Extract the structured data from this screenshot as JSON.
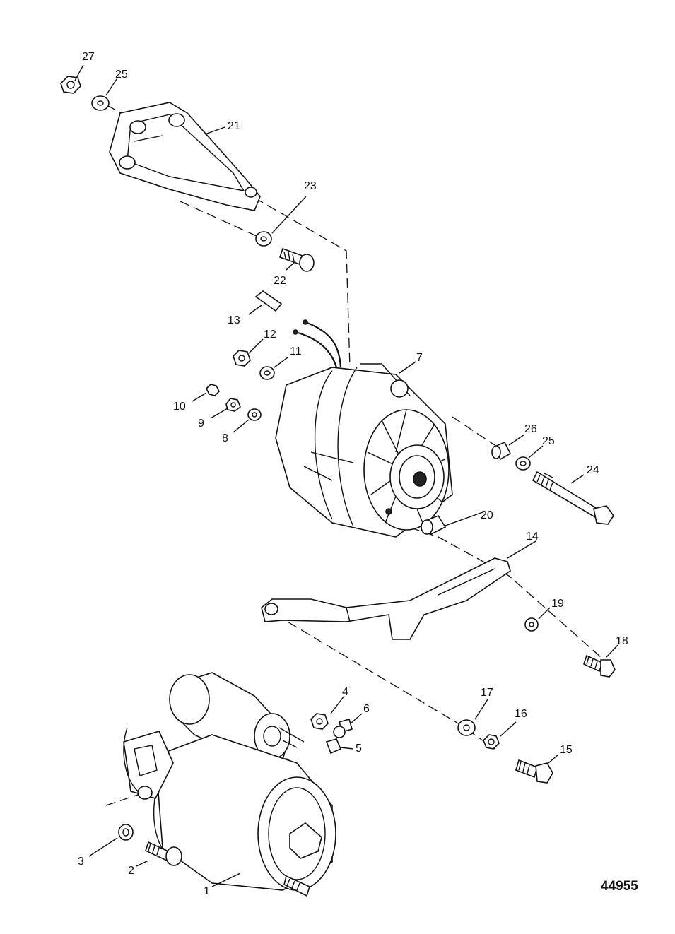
{
  "figure_number": "44955",
  "callouts": [
    "27",
    "25",
    "21",
    "23",
    "22",
    "13",
    "12",
    "11",
    "7",
    "10",
    "9",
    "8",
    "26",
    "25",
    "24",
    "20",
    "14",
    "19",
    "18",
    "4",
    "6",
    "5",
    "17",
    "16",
    "15",
    "3",
    "2",
    "1"
  ]
}
